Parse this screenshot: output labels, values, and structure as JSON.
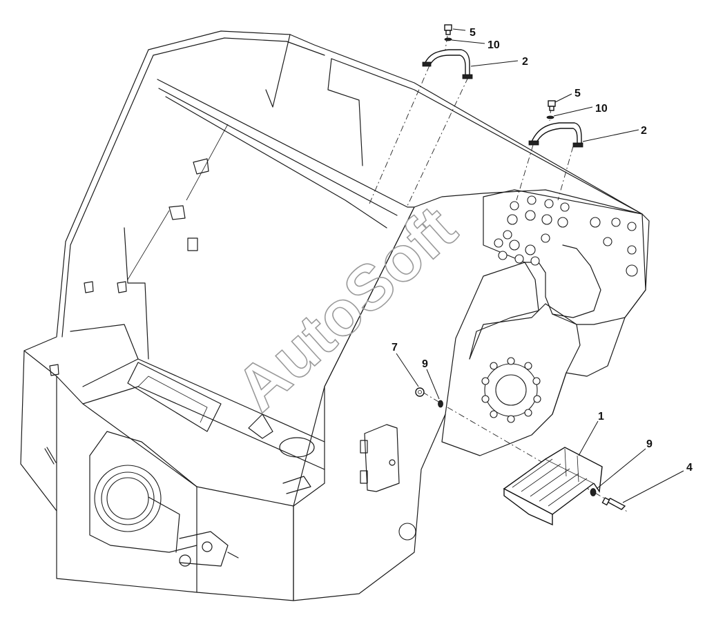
{
  "watermark": "AutoSoft",
  "callouts": [
    {
      "id": "c5a",
      "label": "5"
    },
    {
      "id": "c10a",
      "label": "10"
    },
    {
      "id": "c2a",
      "label": "2"
    },
    {
      "id": "c5b",
      "label": "5"
    },
    {
      "id": "c10b",
      "label": "10"
    },
    {
      "id": "c2b",
      "label": "2"
    },
    {
      "id": "c7",
      "label": "7"
    },
    {
      "id": "c9a",
      "label": "9"
    },
    {
      "id": "c1",
      "label": "1"
    },
    {
      "id": "c9b",
      "label": "9"
    },
    {
      "id": "c4",
      "label": "4"
    }
  ]
}
